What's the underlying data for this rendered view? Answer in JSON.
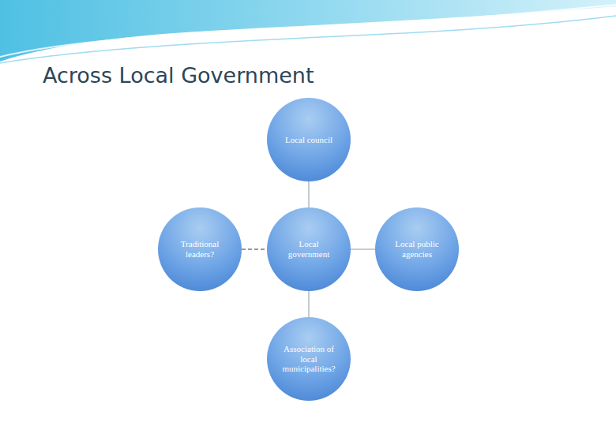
{
  "diagram": {
    "title": "Across Local Government",
    "nodes": [
      {
        "text": [
          "Local council"
        ]
      },
      {
        "text": [
          "Traditional leaders?"
        ]
      },
      {
        "text": [
          "Local government"
        ]
      },
      {
        "text": [
          "Local public agencies"
        ]
      },
      {
        "text": [
          "Association of local municipalities?"
        ]
      }
    ],
    "edges": [
      {
        "from": 0,
        "to": 2,
        "arrow": "none"
      },
      {
        "from": 1,
        "to": 2,
        "arrow": "none"
      },
      {
        "from": 2,
        "to": 3,
        "arrow": "none"
      },
      {
        "from": 2,
        "to": 4,
        "arrow": "none"
      }
    ]
  }
}
